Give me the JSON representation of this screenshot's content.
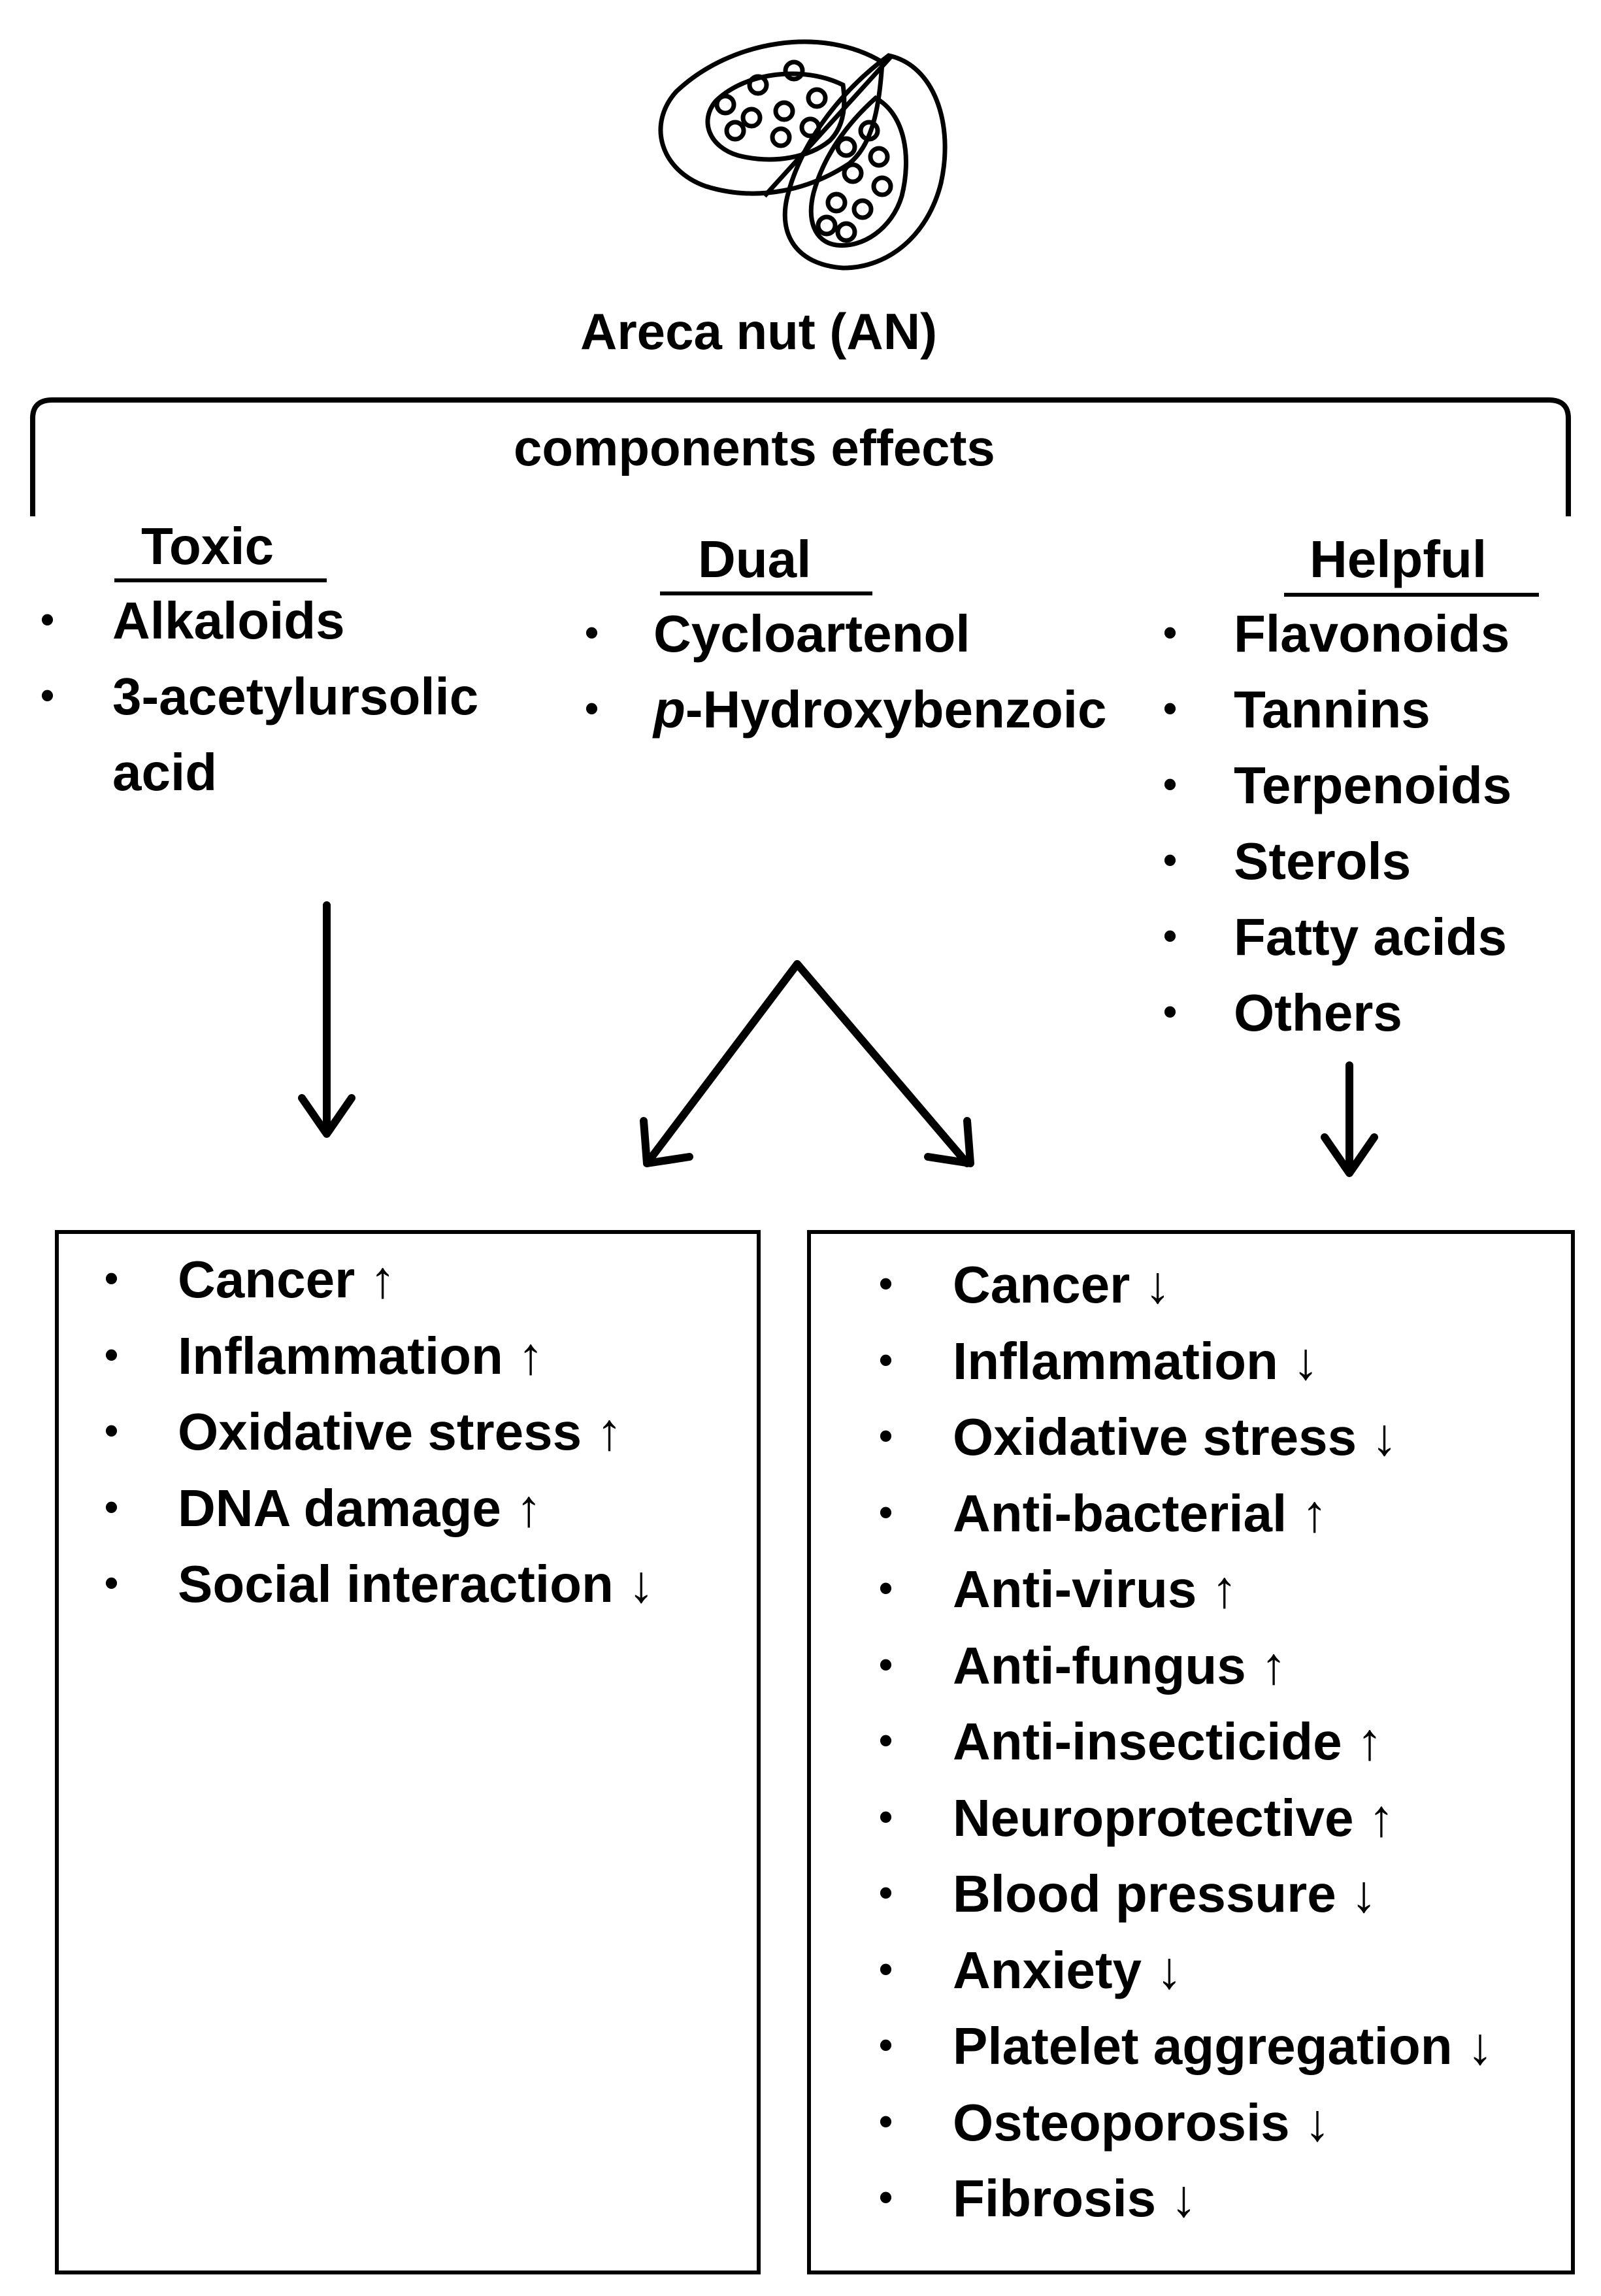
{
  "title": "Areca nut (AN)",
  "brace_label": "components effects",
  "columns": {
    "toxic": {
      "heading": "Toxic",
      "items": [
        "Alkaloids",
        "3-acetylursolic",
        "acid"
      ]
    },
    "dual": {
      "heading": "Dual",
      "items": [
        "Cycloartenol",
        "p",
        "-Hydroxybenzoic"
      ]
    },
    "helpful": {
      "heading": "Helpful",
      "items": [
        "Flavonoids",
        "Tannins",
        "Terpenoids",
        "Sterols",
        "Fatty acids",
        "Others"
      ]
    }
  },
  "left_box": {
    "items": [
      {
        "label": "Cancer",
        "arrow": "↑"
      },
      {
        "label": "Inflammation",
        "arrow": "↑"
      },
      {
        "label": "Oxidative stress",
        "arrow": "↑"
      },
      {
        "label": "DNA damage",
        "arrow": "↑"
      },
      {
        "label": "Social interaction",
        "arrow": "↓"
      }
    ]
  },
  "right_box": {
    "items": [
      {
        "label": "Cancer",
        "arrow": "↓"
      },
      {
        "label": "Inflammation",
        "arrow": "↓"
      },
      {
        "label": "Oxidative stress",
        "arrow": "↓"
      },
      {
        "label": "Anti-bacterial",
        "arrow": "↑"
      },
      {
        "label": "Anti-virus",
        "arrow": "↑"
      },
      {
        "label": "Anti-fungus",
        "arrow": "↑"
      },
      {
        "label": "Anti-insecticide",
        "arrow": "↑"
      },
      {
        "label": "Neuroprotective",
        "arrow": "↑"
      },
      {
        "label": "Blood pressure",
        "arrow": "↓"
      },
      {
        "label": "Anxiety",
        "arrow": "↓"
      },
      {
        "label": "Platelet aggregation",
        "arrow": "↓"
      },
      {
        "label": "Osteoporosis",
        "arrow": "↓"
      },
      {
        "label": "Fibrosis",
        "arrow": "↓"
      }
    ]
  }
}
